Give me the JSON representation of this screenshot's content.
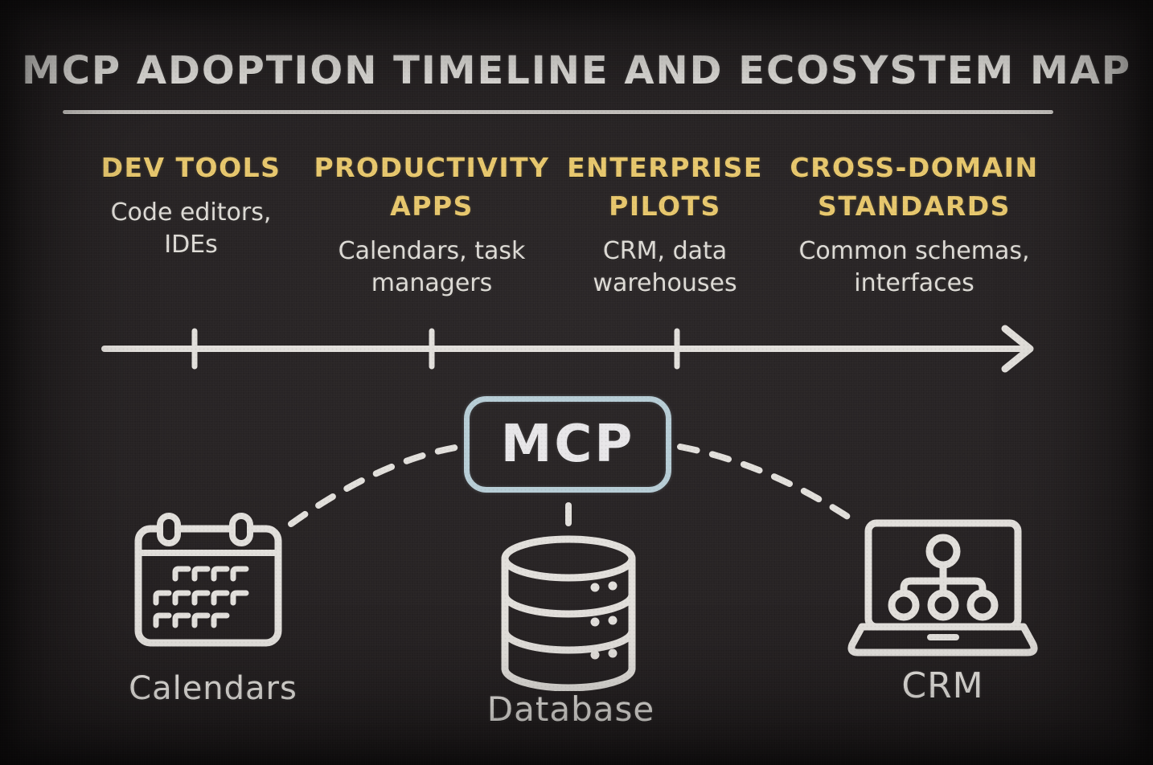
{
  "title": "MCP ADOPTION TIMELINE AND ECOSYSTEM MAP",
  "colors": {
    "background": "#252122",
    "chalk": "#e6e3df",
    "accent_yellow": "#e7c76d",
    "accent_blue": "#b7cdd6"
  },
  "timeline": {
    "stages": [
      {
        "heading": "DEV TOOLS",
        "description": "Code editors, IDEs"
      },
      {
        "heading": "PRODUCTIVITY APPS",
        "description": "Calendars, task managers"
      },
      {
        "heading": "ENTERPRISE PILOTS",
        "description": "CRM, data warehouses"
      },
      {
        "heading": "CROSS-DOMAIN STANDARDS",
        "description": "Common schemas, interfaces"
      }
    ]
  },
  "ecosystem": {
    "hub_label": "MCP",
    "nodes": [
      {
        "icon": "calendar-icon",
        "label": "Calendars"
      },
      {
        "icon": "database-icon",
        "label": "Database"
      },
      {
        "icon": "crm-laptop-icon",
        "label": "CRM"
      }
    ]
  }
}
